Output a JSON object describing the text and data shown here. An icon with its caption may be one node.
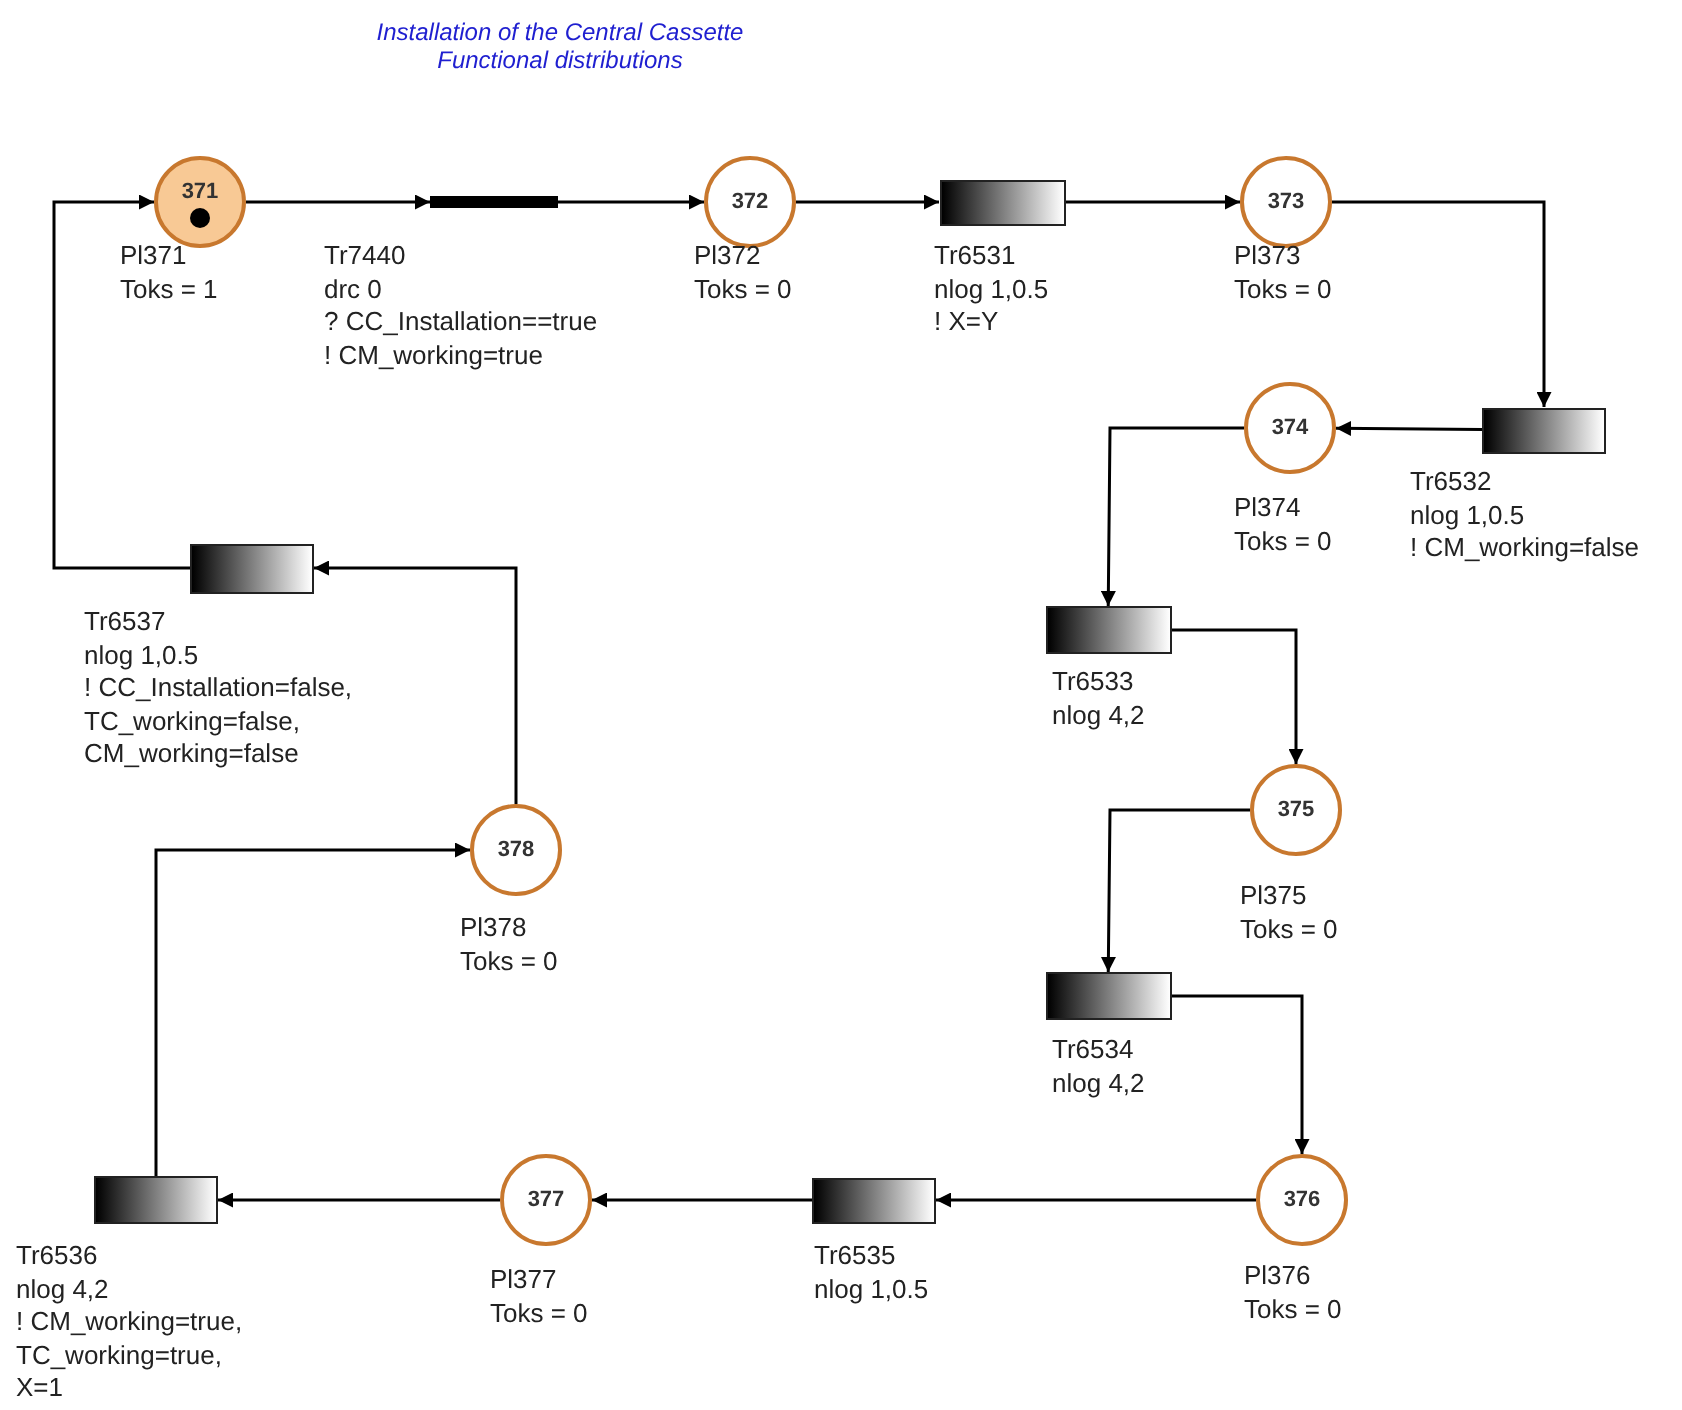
{
  "diagram": {
    "title": "Installation of the Central Cassette Functional distributions",
    "nodes": [
      {
        "text": [
          "371"
        ],
        "beside": [
          "Pl371",
          "Toks = 1"
        ]
      },
      {
        "text": [],
        "shape": "bar",
        "beside": [
          "Tr7440",
          "drc 0",
          "? CC_Installation==true",
          "! CM_working=true"
        ]
      },
      {
        "text": [
          "372"
        ],
        "beside": [
          "Pl372",
          "Toks = 0"
        ]
      },
      {
        "text": [],
        "shape": "box",
        "beside": [
          "Tr6531",
          "nlog 1,0.5",
          "! X=Y"
        ]
      },
      {
        "text": [
          "373"
        ],
        "beside": [
          "Pl373",
          "Toks = 0"
        ]
      },
      {
        "text": [],
        "shape": "box",
        "beside": [
          "Tr6532",
          "nlog 1,0.5",
          "! CM_working=false"
        ]
      },
      {
        "text": [
          "374"
        ],
        "beside": [
          "Pl374",
          "Toks = 0"
        ]
      },
      {
        "text": [],
        "shape": "box",
        "beside": [
          "Tr6533",
          "nlog 4,2"
        ]
      },
      {
        "text": [
          "375"
        ],
        "beside": [
          "Pl375",
          "Toks = 0"
        ]
      },
      {
        "text": [],
        "shape": "box",
        "beside": [
          "Tr6534",
          "nlog 4,2"
        ]
      },
      {
        "text": [
          "376"
        ],
        "beside": [
          "Pl376",
          "Toks = 0"
        ]
      },
      {
        "text": [],
        "shape": "box",
        "beside": [
          "Tr6535",
          "nlog 1,0.5"
        ]
      },
      {
        "text": [
          "377"
        ],
        "beside": [
          "Pl377",
          "Toks = 0"
        ]
      },
      {
        "text": [],
        "shape": "box",
        "beside": [
          "Tr6536",
          "nlog 4,2",
          "! CM_working=true,",
          "TC_working=true,",
          "X=1"
        ]
      },
      {
        "text": [
          "378"
        ],
        "beside": [
          "Pl378",
          "Toks = 0"
        ]
      },
      {
        "text": [],
        "shape": "box",
        "beside": [
          "Tr6537",
          "nlog 1,0.5",
          "! CC_Installation=false,",
          "TC_working=false,",
          "CM_working=false"
        ]
      }
    ],
    "edges": [
      {
        "from": 0,
        "to": 1,
        "arrow": "to"
      },
      {
        "from": 1,
        "to": 2,
        "arrow": "to"
      },
      {
        "from": 2,
        "to": 3,
        "arrow": "to"
      },
      {
        "from": 3,
        "to": 4,
        "arrow": "to"
      },
      {
        "from": 4,
        "to": 5,
        "arrow": "to"
      },
      {
        "from": 5,
        "to": 6,
        "arrow": "to"
      },
      {
        "from": 6,
        "to": 7,
        "arrow": "to"
      },
      {
        "from": 7,
        "to": 8,
        "arrow": "to"
      },
      {
        "from": 8,
        "to": 9,
        "arrow": "to"
      },
      {
        "from": 9,
        "to": 10,
        "arrow": "to"
      },
      {
        "from": 10,
        "to": 11,
        "arrow": "to"
      },
      {
        "from": 11,
        "to": 12,
        "arrow": "to"
      },
      {
        "from": 12,
        "to": 13,
        "arrow": "to"
      },
      {
        "from": 13,
        "to": 14,
        "arrow": "to"
      },
      {
        "from": 14,
        "to": 15,
        "arrow": "to"
      },
      {
        "from": 15,
        "to": 0,
        "arrow": "to"
      }
    ]
  }
}
